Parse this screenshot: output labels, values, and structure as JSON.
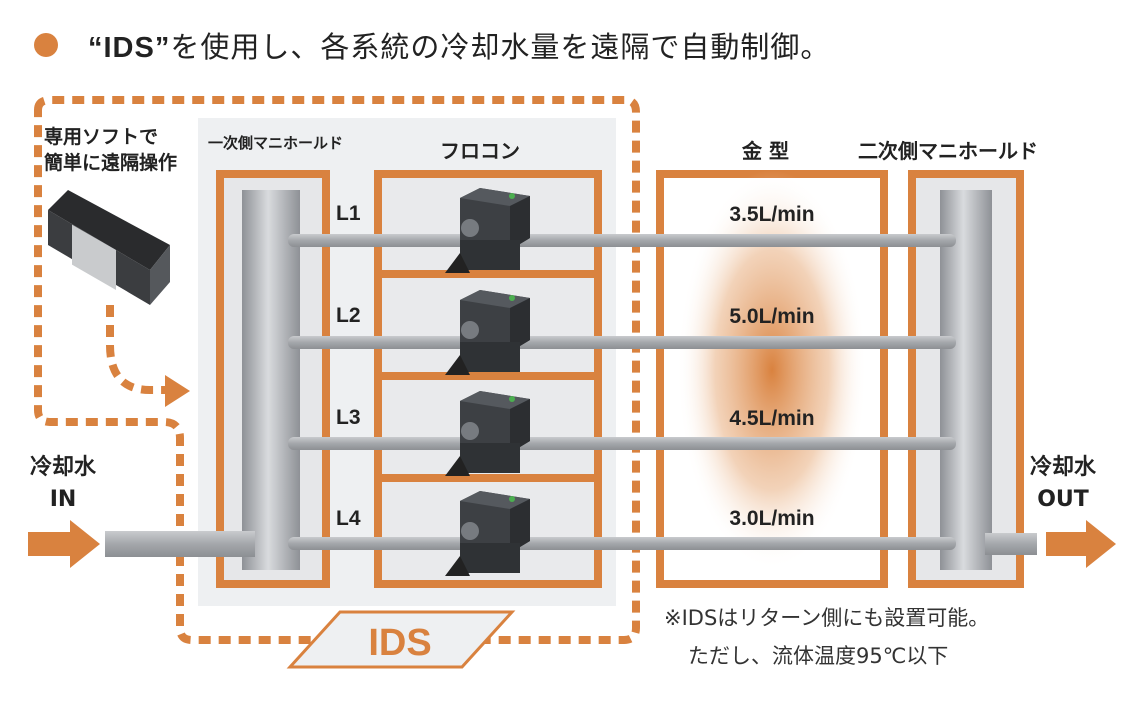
{
  "title": {
    "highlight": "“IDS”",
    "rest": "を使用し、各系統の冷却水量を遠隔で自動制御。"
  },
  "software_label": [
    "専用ソフトで",
    "簡単に遠隔操作"
  ],
  "primary_manifold_label": "一次側マニホールド",
  "flocon_label": "フロコン",
  "mold_label": "金 型",
  "secondary_manifold_label": "二次側マニホールド",
  "lines": [
    {
      "name": "L1",
      "flow": "3.5L/min"
    },
    {
      "name": "L2",
      "flow": "5.0L/min"
    },
    {
      "name": "L3",
      "flow": "4.5L/min"
    },
    {
      "name": "L4",
      "flow": "3.0L/min"
    }
  ],
  "inlet": [
    "冷却水",
    "IN"
  ],
  "outlet": [
    "冷却水",
    "OUT"
  ],
  "ids_logo": "IDS",
  "notes": [
    "※IDSはリターン側にも設置可能。",
    "ただし、流体温度95℃以下"
  ],
  "colors": {
    "accent": "#d9823f",
    "panel": "#eef0f2",
    "pipe": "#a9acb0"
  }
}
